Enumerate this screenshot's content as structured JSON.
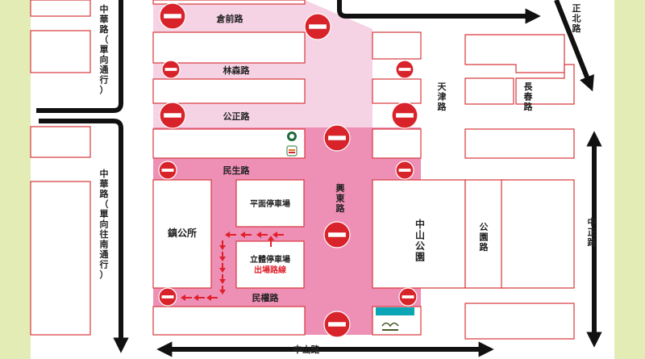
{
  "roads": {
    "cangqian": "倉前路",
    "linsen": "林森路",
    "gongzheng": "公正路",
    "minsheng": "民生路",
    "xingdong": "興東路",
    "minquan": "民權路",
    "zhongshan": "中山路",
    "tianjin": "天津路",
    "changchun": "長春路",
    "gongyuan": "公園路",
    "zhongzheng": "中正路",
    "zhengbei": "正北路",
    "zhonghua_north": "中華路（單向通行）",
    "zhonghua_south": "中華路（單向往南通行）"
  },
  "places": {
    "town_office": "鎮公所",
    "flat_parking": "平面停車場",
    "multilevel_parking": "立體停車場",
    "exit_route": "出場路線",
    "zhongshan_park": "中山公園"
  },
  "colors": {
    "background": "#e4ecb6",
    "closed_zone_light": "#f6d3e4",
    "closed_zone_dark": "#ee8fb6",
    "block_border": "#d7373b",
    "no_entry": "#d8232a",
    "arrow": "#111111",
    "exit_arrow": "#e0202b"
  },
  "icons": [
    "no-entry-icon",
    "starbucks-logo",
    "seven-eleven-logo",
    "watsons-logo",
    "shop-logo"
  ]
}
